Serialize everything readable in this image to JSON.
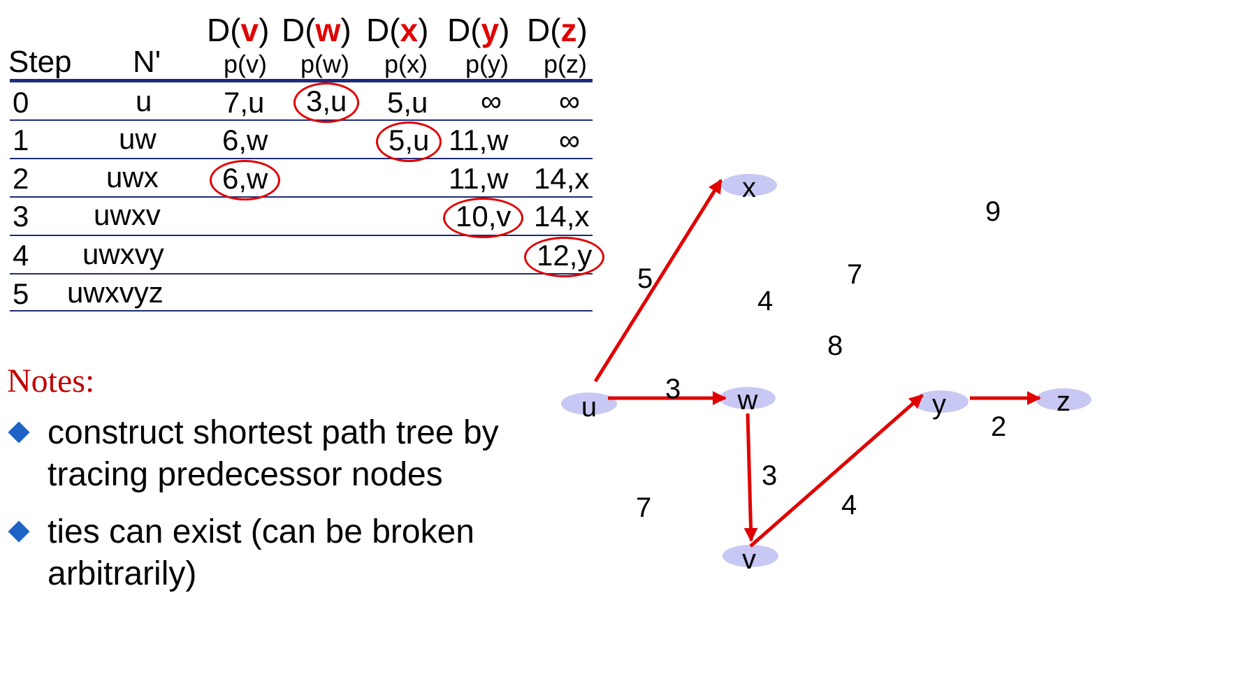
{
  "table": {
    "step_header": "Step",
    "nprime_header": "N'",
    "columns": [
      {
        "d_prefix": "D(",
        "var": "v",
        "d_suffix": ")",
        "p_label": "p(v)"
      },
      {
        "d_prefix": "D(",
        "var": "w",
        "d_suffix": ")",
        "p_label": "p(w)"
      },
      {
        "d_prefix": "D(",
        "var": "x",
        "d_suffix": ")",
        "p_label": "p(x)"
      },
      {
        "d_prefix": "D(",
        "var": "y",
        "d_suffix": ")",
        "p_label": "p(y)"
      },
      {
        "d_prefix": "D(",
        "var": "z",
        "d_suffix": ")",
        "p_label": "p(z)"
      }
    ],
    "rows": [
      {
        "step": "0",
        "nprime": "u",
        "cells": [
          "7,u",
          "3,u",
          "5,u",
          "∞",
          "∞"
        ]
      },
      {
        "step": "1",
        "nprime": "uw",
        "cells": [
          "6,w",
          "",
          "5,u",
          "11,w",
          "∞"
        ]
      },
      {
        "step": "2",
        "nprime": "uwx",
        "cells": [
          "6,w",
          "",
          "",
          "11,w",
          "14,x"
        ]
      },
      {
        "step": "3",
        "nprime": "uwxv",
        "cells": [
          "",
          "",
          "",
          "10,v",
          "14,x"
        ]
      },
      {
        "step": "4",
        "nprime": "uwxvy",
        "cells": [
          "",
          "",
          "",
          "",
          "12,y"
        ]
      },
      {
        "step": "5",
        "nprime": "uwxvyz",
        "cells": [
          "",
          "",
          "",
          "",
          ""
        ]
      }
    ],
    "circled": [
      [
        0,
        1
      ],
      [
        1,
        2
      ],
      [
        2,
        0
      ],
      [
        3,
        3
      ],
      [
        4,
        4
      ]
    ]
  },
  "notes": {
    "title": "Notes:",
    "bullets": [
      "construct shortest path tree by tracing predecessor nodes",
      "ties can exist (can be broken arbitrarily)"
    ]
  },
  "graph": {
    "nodes": [
      "x",
      "u",
      "w",
      "y",
      "z",
      "v"
    ],
    "edge_labels": [
      "5",
      "3",
      "3",
      "4",
      "2",
      "7",
      "4",
      "8",
      "7",
      "9"
    ],
    "edges": [
      {
        "from": "u",
        "to": "x",
        "weight": "5"
      },
      {
        "from": "u",
        "to": "w",
        "weight": "3"
      },
      {
        "from": "w",
        "to": "v",
        "weight": "3"
      },
      {
        "from": "v",
        "to": "y",
        "weight": "4"
      },
      {
        "from": "y",
        "to": "z",
        "weight": "2"
      }
    ]
  },
  "colors": {
    "highlight": "#e00000",
    "rule": "#1c2b7a",
    "node_fill": "#c8c8f4",
    "bullet": "#1f63c6"
  }
}
